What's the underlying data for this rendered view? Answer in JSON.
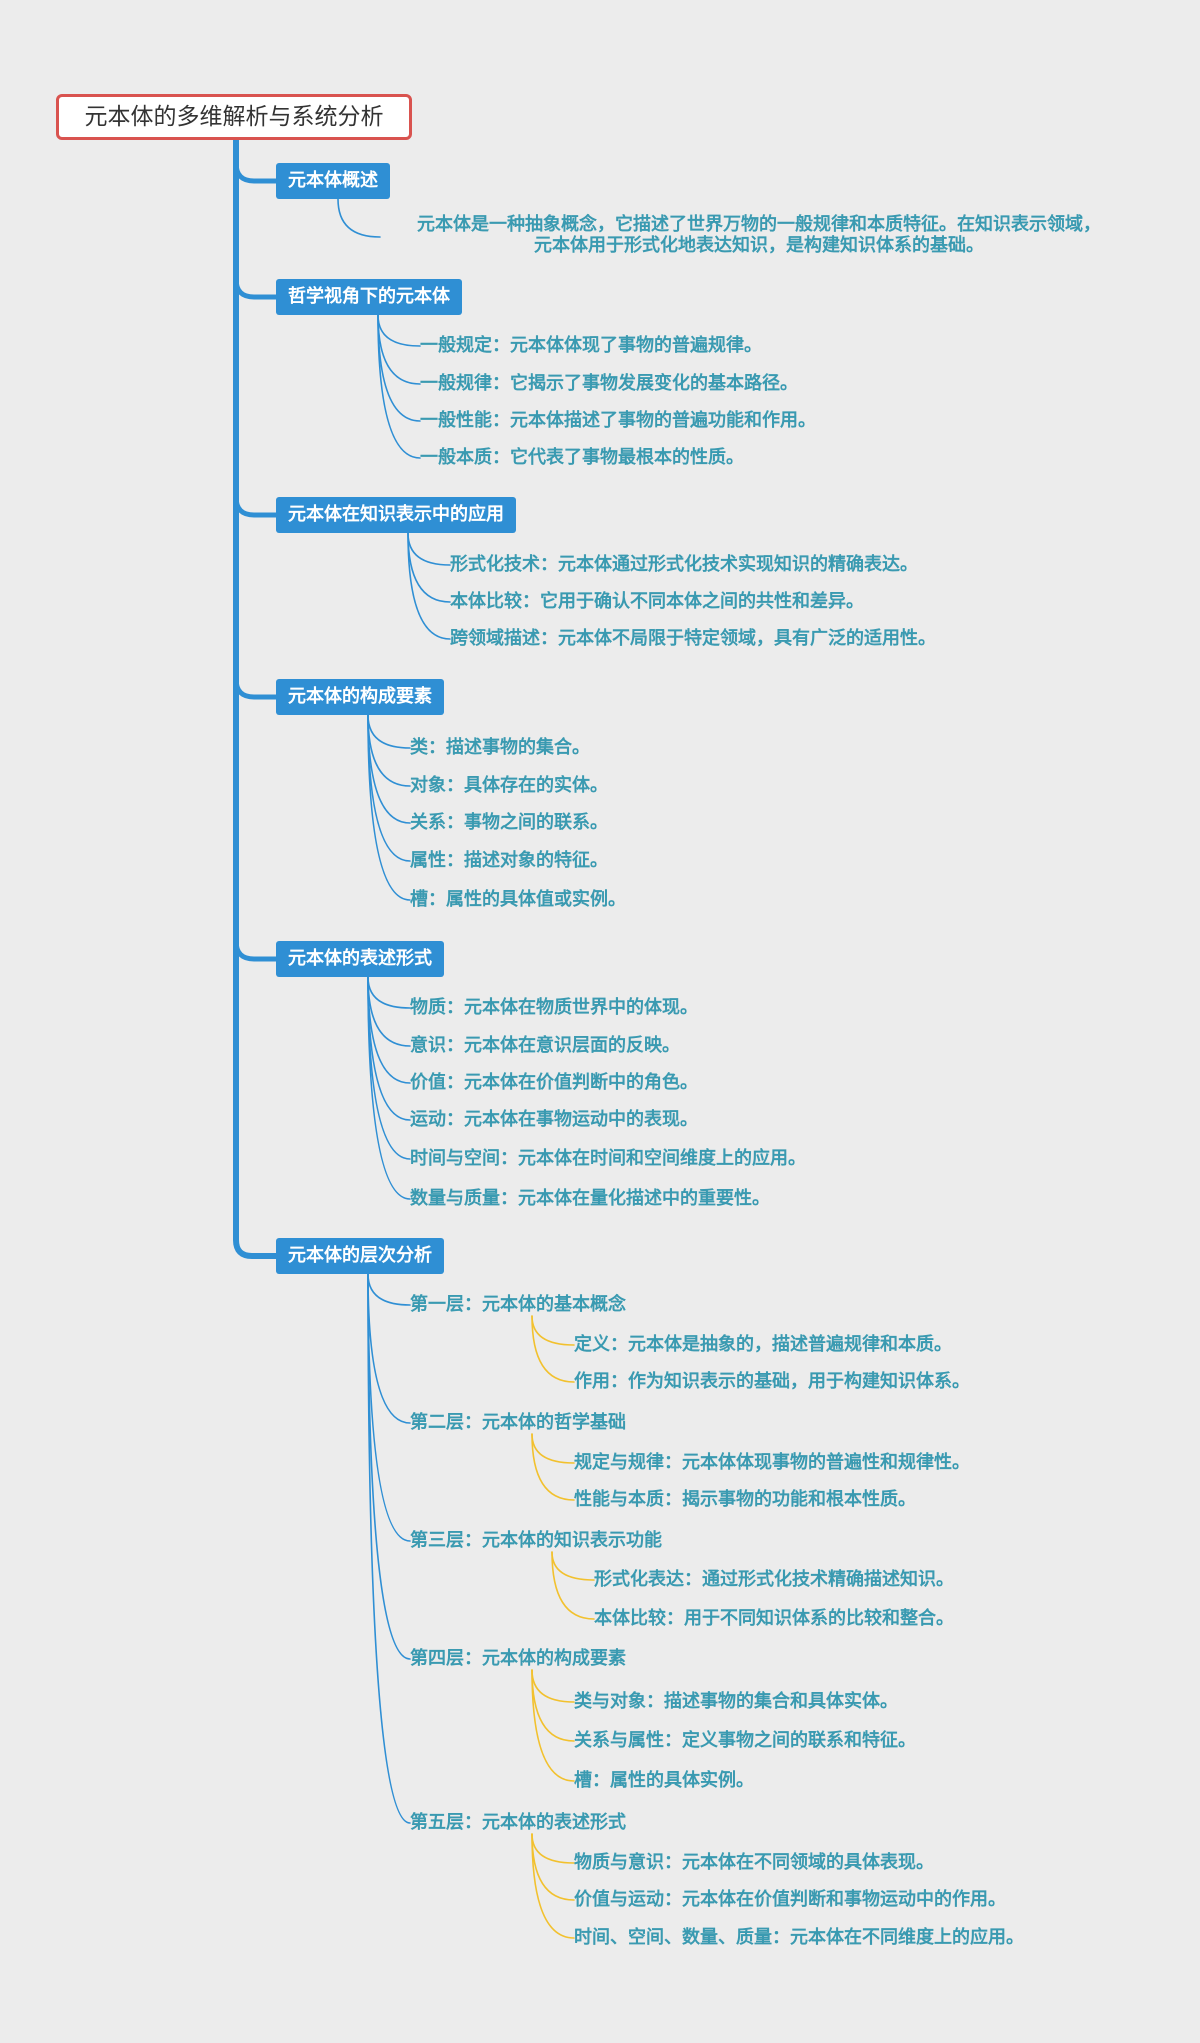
{
  "root": {
    "title": "元本体的多维解析与系统分析"
  },
  "colors": {
    "trunk": "#2f8fd4",
    "topic_bg": "#2f8fd4",
    "leaf_text": "#3a9ab1",
    "level3_line": "#f2c12e",
    "root_border": "#d9534f",
    "background": "#ececec"
  },
  "topics": [
    {
      "label": "元本体概述",
      "paragraph": {
        "line1": "元本体是一种抽象概念，它描述了世界万物的一般规律和本质特征。在知识表示领域，",
        "line2": "元本体用于形式化地表达知识，是构建知识体系的基础。"
      }
    },
    {
      "label": "哲学视角下的元本体",
      "items": [
        "一般规定：元本体体现了事物的普遍规律。",
        "一般规律：它揭示了事物发展变化的基本路径。",
        "一般性能：元本体描述了事物的普遍功能和作用。",
        "一般本质：它代表了事物最根本的性质。"
      ]
    },
    {
      "label": "元本体在知识表示中的应用",
      "items": [
        "形式化技术：元本体通过形式化技术实现知识的精确表达。",
        "本体比较：它用于确认不同本体之间的共性和差异。",
        "跨领域描述：元本体不局限于特定领域，具有广泛的适用性。"
      ]
    },
    {
      "label": "元本体的构成要素",
      "items": [
        "类：描述事物的集合。",
        "对象：具体存在的实体。",
        "关系：事物之间的联系。",
        "属性：描述对象的特征。",
        "槽：属性的具体值或实例。"
      ]
    },
    {
      "label": "元本体的表述形式",
      "items": [
        "物质：元本体在物质世界中的体现。",
        "意识：元本体在意识层面的反映。",
        "价值：元本体在价值判断中的角色。",
        "运动：元本体在事物运动中的表现。",
        "时间与空间：元本体在时间和空间维度上的应用。",
        "数量与质量：元本体在量化描述中的重要性。"
      ]
    },
    {
      "label": "元本体的层次分析",
      "levels": [
        {
          "label": "第一层：元本体的基本概念",
          "items": [
            "定义：元本体是抽象的，描述普遍规律和本质。",
            "作用：作为知识表示的基础，用于构建知识体系。"
          ]
        },
        {
          "label": "第二层：元本体的哲学基础",
          "items": [
            "规定与规律：元本体体现事物的普遍性和规律性。",
            "性能与本质：揭示事物的功能和根本性质。"
          ]
        },
        {
          "label": "第三层：元本体的知识表示功能",
          "items": [
            "形式化表达：通过形式化技术精确描述知识。",
            "本体比较：用于不同知识体系的比较和整合。"
          ]
        },
        {
          "label": "第四层：元本体的构成要素",
          "items": [
            "类与对象：描述事物的集合和具体实体。",
            "关系与属性：定义事物之间的联系和特征。",
            "槽：属性的具体实例。"
          ]
        },
        {
          "label": "第五层：元本体的表述形式",
          "items": [
            "物质与意识：元本体在不同领域的具体表现。",
            "价值与运动：元本体在价值判断和事物运动中的作用。",
            "时间、空间、数量、质量：元本体在不同维度上的应用。"
          ]
        }
      ]
    }
  ]
}
